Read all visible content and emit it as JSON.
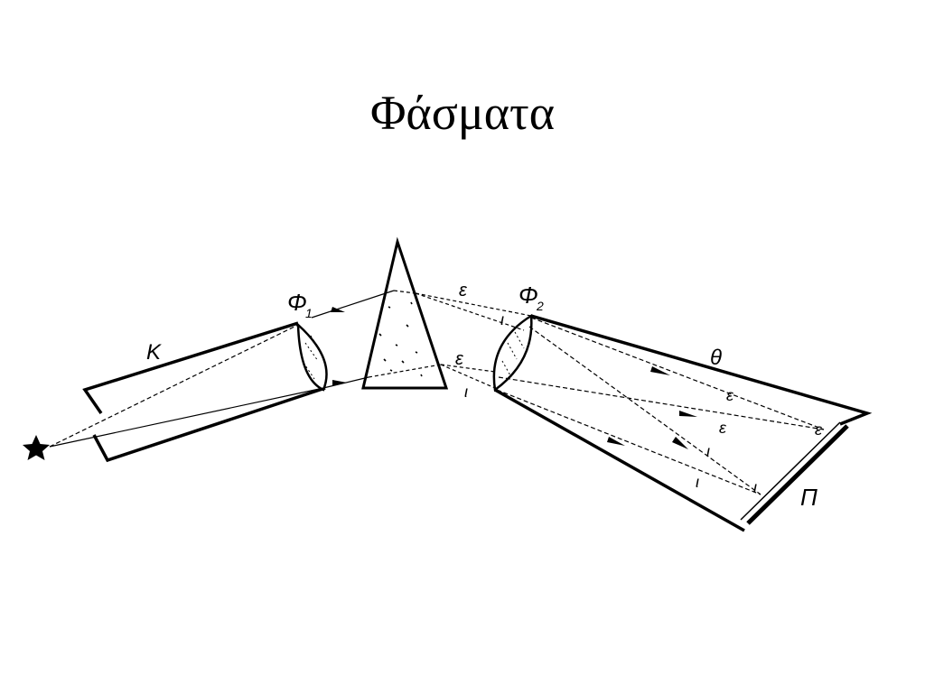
{
  "slide": {
    "title": "Φάσματα"
  },
  "diagram": {
    "labels": {
      "collimator": "K",
      "lens1": "Φ",
      "lens1_sub": "1",
      "lens2": "Φ",
      "lens2_sub": "2",
      "camera": "θ",
      "plate": "Π",
      "ray_eps": "ε",
      "ray_iota": "ι"
    },
    "icons": {
      "source": "star-icon"
    },
    "colors": {
      "ink": "#000000",
      "background": "#ffffff"
    }
  }
}
